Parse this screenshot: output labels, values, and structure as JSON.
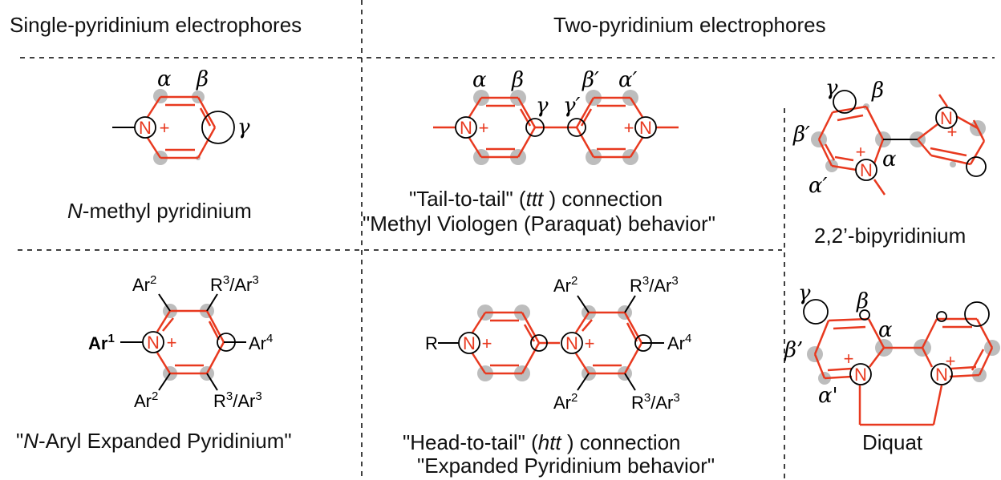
{
  "headers": {
    "left": "Single-pyridinium electrophores",
    "right": "Two-pyridinium electrophores"
  },
  "captions": {
    "nmp_prefix": "N",
    "nmp_rest": "-methyl pyridinium",
    "ttt_line1_a": "\"Tail-to-tail\" (",
    "ttt_line1_it": "ttt",
    "ttt_line1_b": " ) connection",
    "ttt_line2": "\"Methyl Viologen (Paraquat) behavior\"",
    "bipy": "2,2’-bipyridinium",
    "nexp_a": "\"",
    "nexp_it": "N",
    "nexp_b": "-Aryl Expanded Pyridinium\"",
    "htt_line1_a": "\"Head-to-tail\" (",
    "htt_line1_it": "htt",
    "htt_line1_b": " ) connection",
    "htt_line2": "\"Expanded Pyridinium behavior\"",
    "diquat": "Diquat"
  },
  "atoms": {
    "N": "N",
    "plus": "+",
    "R": "R",
    "Ar1": "Ar",
    "Ar1_sup": "1",
    "Ar2": "Ar",
    "Ar2_sup": "2",
    "Ar4": "Ar",
    "Ar4_sup": "4",
    "R3": "R",
    "R3_sup": "3",
    "slashAr": "/Ar",
    "slashAr_sup": "3"
  },
  "greek": {
    "alpha": "α",
    "beta": "β",
    "gamma": "γ",
    "alpha_p": "α′",
    "beta_p": "β′",
    "gamma_p": "γ′",
    "beta_p2": "β’",
    "alpha_p2": "α'"
  },
  "colors": {
    "bond": "#e8391f",
    "nitrogen": "#e8391f",
    "highlight": "#bdbdbd",
    "line": "#000000"
  }
}
